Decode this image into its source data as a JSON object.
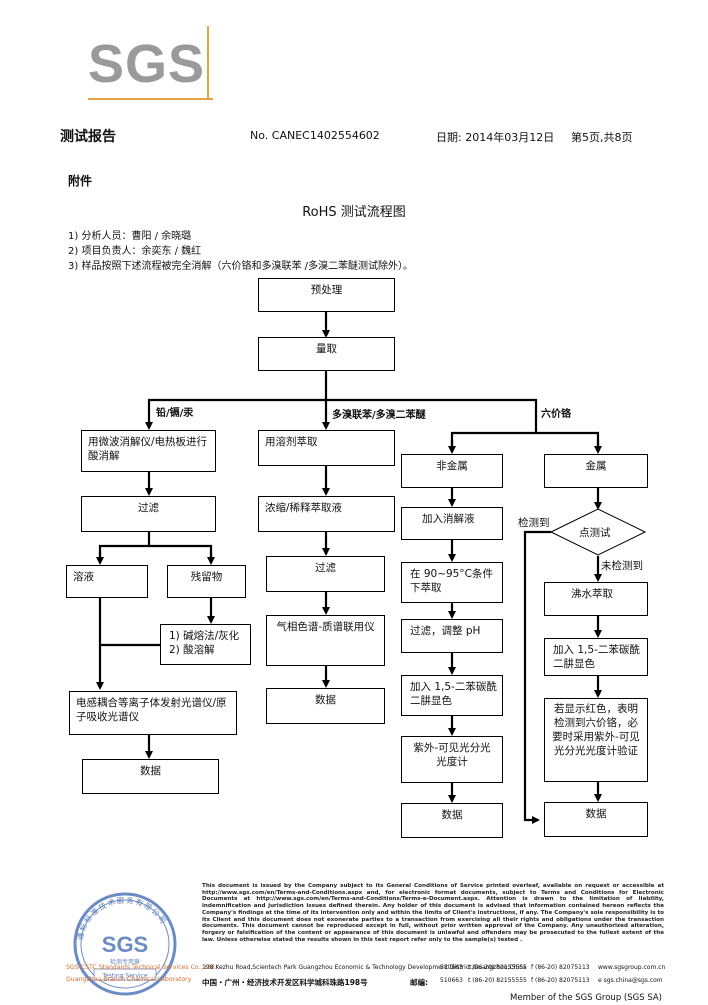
{
  "header": {
    "logo_text": "SGS",
    "title": "测试报告",
    "report_no": "No. CANEC1402554602",
    "date": "日期: 2014年03月12日",
    "page": "第5页,共8页"
  },
  "annex": "附件",
  "flow_title": "RoHS 测试流程图",
  "notes": [
    "1)  分析人员：曹阳  /  余晓璐",
    "2)  项目负责人：余奕东  /  魏红",
    "3)  样品按照下述流程被完全消解（六价铬和多溴联苯 /多溴二苯醚测试除外）。"
  ],
  "branches": {
    "pb": "铅/镉/汞",
    "pbb": "多溴联苯/多溴二苯醚",
    "cr": "六价铬"
  },
  "boxes": {
    "pretreat": "预处理",
    "weigh": "量取",
    "microwave": "用微波消解仪/电热板进行酸消解",
    "filter1": "过滤",
    "solution": "溶液",
    "residue": "残留物",
    "alkali_1": "1)  碱熔法/灰化",
    "alkali_2": "2)  酸溶解",
    "icp": "电感耦合等离子体发射光谱仪/原子吸收光谱仪",
    "data1": "数据",
    "solvent": "用溶剂萃取",
    "concentrate": "浓缩/稀释萃取液",
    "filter2": "过滤",
    "gcms": "气相色谱-质谱联用仪",
    "data2": "数据",
    "nonmetal": "非金属",
    "add_digest": "加入消解液",
    "extract_90": "在 90~95°C条件下萃取",
    "filter_ph": "过滤，调整 pH",
    "add_dpc1": "加入 1,5-二苯碳酰二肼显色",
    "uvvis": "紫外-可见光分光光度计",
    "data3": "数据",
    "metal": "金属",
    "spot": "点测试",
    "detected": "检测到",
    "not_detected": "未检测到",
    "boil": "沸水萃取",
    "add_dpc2": "加入 1,5-二苯碳酰二肼显色",
    "red_note": "若显示红色，表明检测到六价铬，必要时采用紫外-可见光分光光度计验证",
    "data4": "数据"
  },
  "footer": {
    "seal_top": "通标标准技术服务有限公司",
    "seal_center": "SGS",
    "seal_bottom": "检测专用章",
    "seal_ribbon": "Testing Service",
    "company_en_1": "SGS-CSTC Standards Technical Services Co., Ltd.",
    "company_en_2": "Guangzhou Branch Chemical Laboratory",
    "disclaimer": "This document is issued by the Company subject to its General Conditions of Service printed overleaf, available on request or accessible at http://www.sgs.com/en/Terms-and-Conditions.aspx and, for electronic format documents, subject to Terms and Conditions for Electronic Documents at http://www.sgs.com/en/Terms-and-Conditions/Terms-e-Document.aspx. Attention is drawn to the limitation of liability, indemnification and jurisdiction issues defined therein. Any holder of this document is advised that information contained hereon reflects the Company's findings at the time of its intervention only and within the limits of Client's instructions, if any. The Company's sole responsibility is to its Client and this document does not exonerate parties to a transaction from exercising all their rights and obligations under the transaction documents. This document cannot be reproduced except in full, without prior written approval of the Company. Any unauthorized alteration, forgery or falsification of the content or appearance of this document is unlawful and offenders may be prosecuted to the fullest extent of the law. Unless otherwise stated the results shown in this test report refer only to the sample(s) tested .",
    "addr_en": "198 Kezhu Road,Scientech Park Guangzhou Economic & Technology Development District,Guangzhou,China",
    "addr_cn": "中国・广州・经济技术开发区科学城科珠路198号",
    "post_en": "510663",
    "post_cn_label": "邮编:",
    "post_cn": "510663",
    "tel": "t (86-20) 82155555",
    "fax": "f (86-20) 82075113",
    "web": "www.sgsgroup.com.cn",
    "email": "e sgs.china@sgs.com",
    "member": "Member of the SGS Group (SGS SA)"
  }
}
